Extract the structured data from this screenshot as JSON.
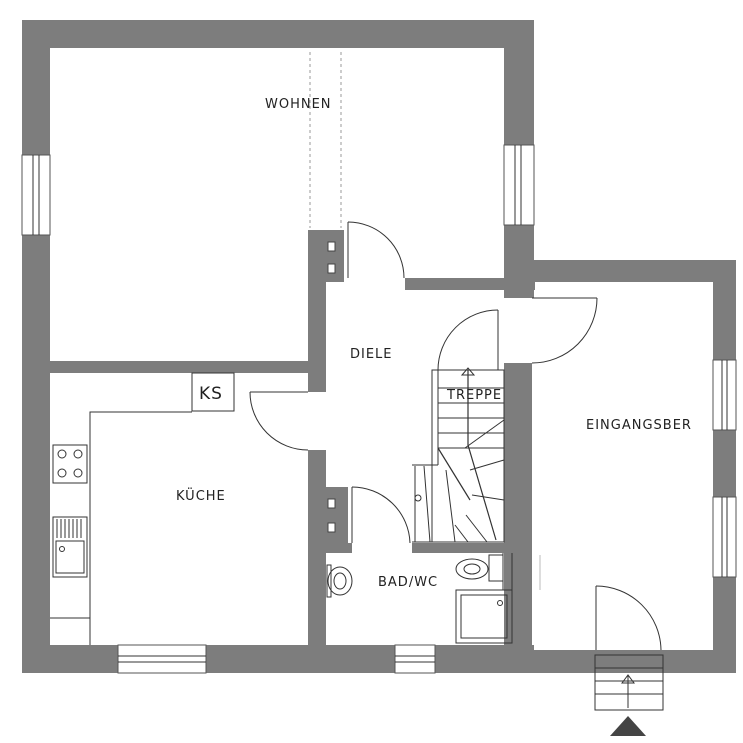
{
  "rooms": {
    "wohnen": "WOHNEN",
    "diele": "DIELE",
    "treppe": "TREPPE",
    "eingang": "EINGANGSBER",
    "kueche": "KÜCHE",
    "bad": "BAD/WC",
    "ks": "KS"
  },
  "colors": {
    "wall": "#7d7d7d",
    "line": "#333333",
    "background": "#ffffff"
  }
}
